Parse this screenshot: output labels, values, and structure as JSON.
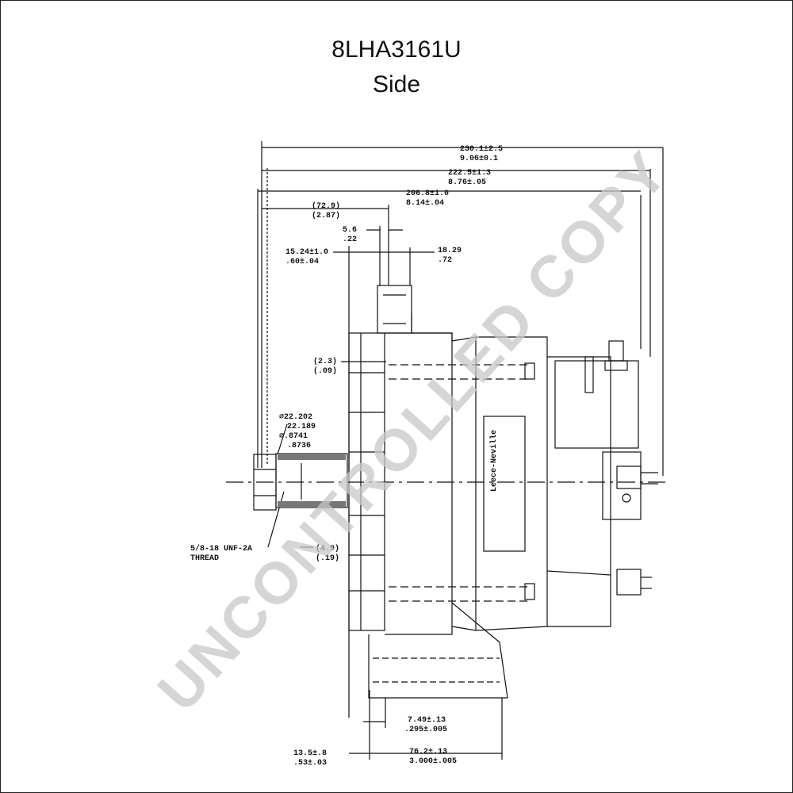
{
  "header": {
    "part_number": "8LHA3161U",
    "view": "Side"
  },
  "dimensions": {
    "overall_1": [
      "230.1±2.5",
      "9.06±0.1"
    ],
    "overall_2": [
      "222.5±1.3",
      "8.76±.05"
    ],
    "overall_3": [
      "206.8±1.0",
      "8.14±.04"
    ],
    "shaft_ext": [
      "(72.9)",
      "(2.87)"
    ],
    "hub": [
      "5.6",
      ".22"
    ],
    "pulley_left": [
      "15.24±1.0",
      ".60±.04"
    ],
    "pulley_right": [
      "18.29",
      ".72"
    ],
    "fan_gap": [
      "(2.3)",
      "(.09)"
    ],
    "shaft_dia": [
      "⌀22.202",
      "22.189",
      "⌀.8741",
      ".8736"
    ],
    "thread": [
      "5/8-18 UNF-2A",
      "THREAD"
    ],
    "shaft_small": [
      "(4.9)",
      "(.19)"
    ],
    "mount_offset": [
      "7.49±.13",
      ".295±.005"
    ],
    "flange_left": [
      "13.5±.8",
      ".53±.03"
    ],
    "mount_width": [
      "76.2±.13",
      "3.000±.005"
    ]
  },
  "label": {
    "brand": "Leece-Neville"
  },
  "watermark": {
    "text": "UNCONTROLLED COPY"
  }
}
